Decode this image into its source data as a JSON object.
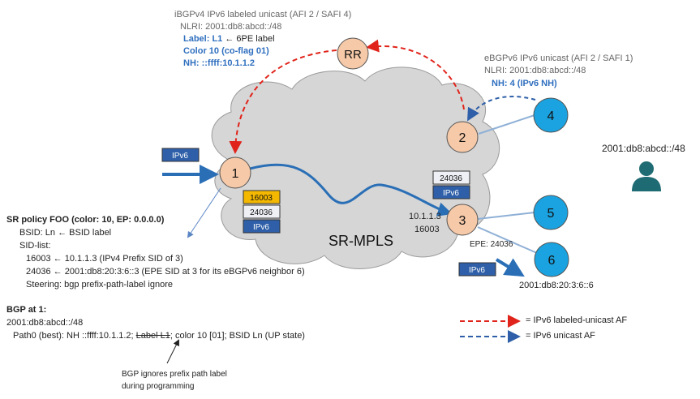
{
  "ibgp": {
    "title": "iBGPv4 IPv6 labeled unicast (AFI 2 / SAFI 4)",
    "nlri": "NLRI: 2001:db8:abcd::/48",
    "label": "Label: L1",
    "label_note": "6PE label",
    "color": "Color 10 (co-flag 01)",
    "nh": "NH: ::ffff:10.1.1.2"
  },
  "ebgp": {
    "title": "eBGPv6 IPv6 unicast (AFI 2 / SAFI 1)",
    "nlri": "NLRI: 2001:db8:abcd::/48",
    "nh": "NH: 4 (IPv6 NH)"
  },
  "cloud": {
    "label": "SR-MPLS"
  },
  "nodes": {
    "rr": "RR",
    "n1": "1",
    "n2": "2",
    "n3": "3",
    "n4": "4",
    "n5": "5",
    "n6": "6"
  },
  "node3": {
    "addr": "10.1.1.3",
    "sid": "16003"
  },
  "stack_left": [
    "16003",
    "24036",
    "IPv6"
  ],
  "stack_right": [
    "24036",
    "IPv6"
  ],
  "ipv6_in": "IPv6",
  "ipv6_out": "IPv6",
  "epe": "EPE: 24036",
  "dest_addr": "2001:db8:20:3:6::6",
  "user_prefix": "2001:db8:abcd::/48",
  "sr_policy": {
    "title": "SR policy FOO (color: 10, EP: 0.0.0.0)",
    "bsid": "BSID: Ln",
    "bsid_note": "BSID label",
    "sid_list": "SID-list:",
    "sid1_label": "16003",
    "sid1_note": "10.1.1.3 (IPv4 Prefix SID of 3)",
    "sid2_label": "24036",
    "sid2_note": "2001:db8:20:3:6::3 (EPE SID at 3 for its eBGPv6 neighbor 6)",
    "steering": "Steering: bgp prefix-path-label ignore"
  },
  "bgp_at_1": {
    "title": "BGP at 1:",
    "prefix": "2001:db8:abcd::/48",
    "path_a": "Path0 (best): NH ::ffff:10.1.1.2;",
    "path_strike": "Label L1",
    "path_b": "; color 10 [01]; BSID Ln (UP state)"
  },
  "note": {
    "line1": "BGP ignores prefix path label",
    "line2": "during programming"
  },
  "legend": {
    "labeled": "= IPv6 labeled-unicast AF",
    "unicast": "= IPv6 unicast AF"
  },
  "colors": {
    "node_fill": "#f6c9a8",
    "peer_fill": "#1aa3e0",
    "cloud_fill": "#d6d6d6",
    "box_blue": "#2e5fa8",
    "box_yellow": "#f5b800",
    "red_dash": "#e0241b",
    "blue_dash": "#2e5fa8",
    "user": "#1f6b73"
  }
}
